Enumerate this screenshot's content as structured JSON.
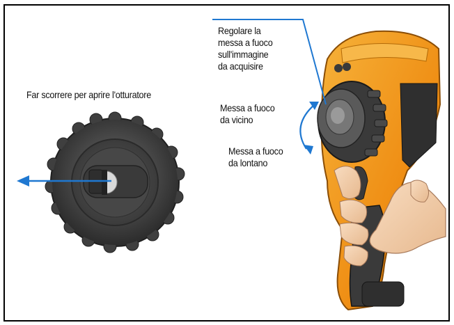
{
  "labels": {
    "shutter": "Far scorrere per aprire l'otturatore",
    "focus_adjust": [
      "Regolare la",
      "messa a fuoco",
      "sull'immagine",
      "da acquisire"
    ],
    "near": [
      "Messa a fuoco",
      "da vicino"
    ],
    "far": [
      "Messa a fuoco",
      "da lontano"
    ]
  },
  "colors": {
    "arrow": "#1f78d1",
    "frame": "#000000",
    "camera_orange": "#f29a1c",
    "camera_dark": "#3a3a3a",
    "hand": "#f3d2b3"
  }
}
